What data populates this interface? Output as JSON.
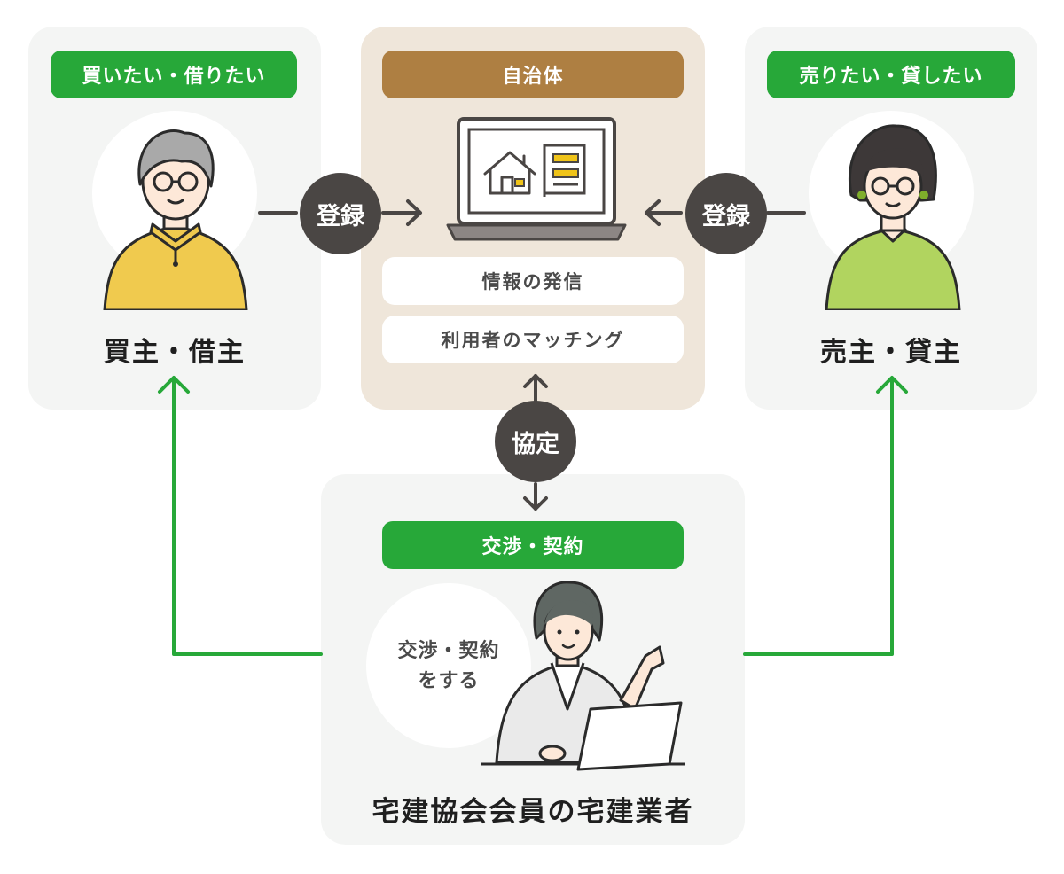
{
  "left_panel": {
    "header": "買いたい・借りたい",
    "role": "買主・借主"
  },
  "center_panel": {
    "header": "自治体",
    "features": [
      "情報の発信",
      "利用者のマッチング"
    ]
  },
  "right_panel": {
    "header": "売りたい・貸したい",
    "role": "売主・貸主"
  },
  "register_left": "登録",
  "register_right": "登録",
  "agreement": "協定",
  "bottom_panel": {
    "header": "交渉・契約",
    "bubble_line1": "交渉・契約",
    "bubble_line2": "をする",
    "role": "宅建協会会員の宅建業者"
  },
  "colors": {
    "green": "#27a839",
    "brown": "#ae7f42",
    "dark_badge": "#4a4644",
    "panel_gray": "#f4f5f4",
    "panel_beige": "#efe6da"
  },
  "icons": [
    "man-with-glasses",
    "woman-with-glasses",
    "laptop-house-icon",
    "businesswoman-at-laptop"
  ]
}
